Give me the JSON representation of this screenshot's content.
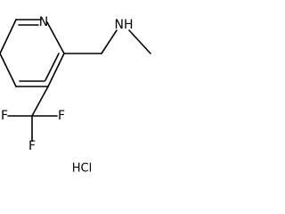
{
  "colors": {
    "bond": "#000000",
    "label": "#000000",
    "background": "#ffffff"
  },
  "atoms": {
    "n_ring": "N",
    "nh": "NH",
    "f_left": "F",
    "f_right": "F",
    "f_bottom": "F"
  },
  "salt": "HCl"
}
